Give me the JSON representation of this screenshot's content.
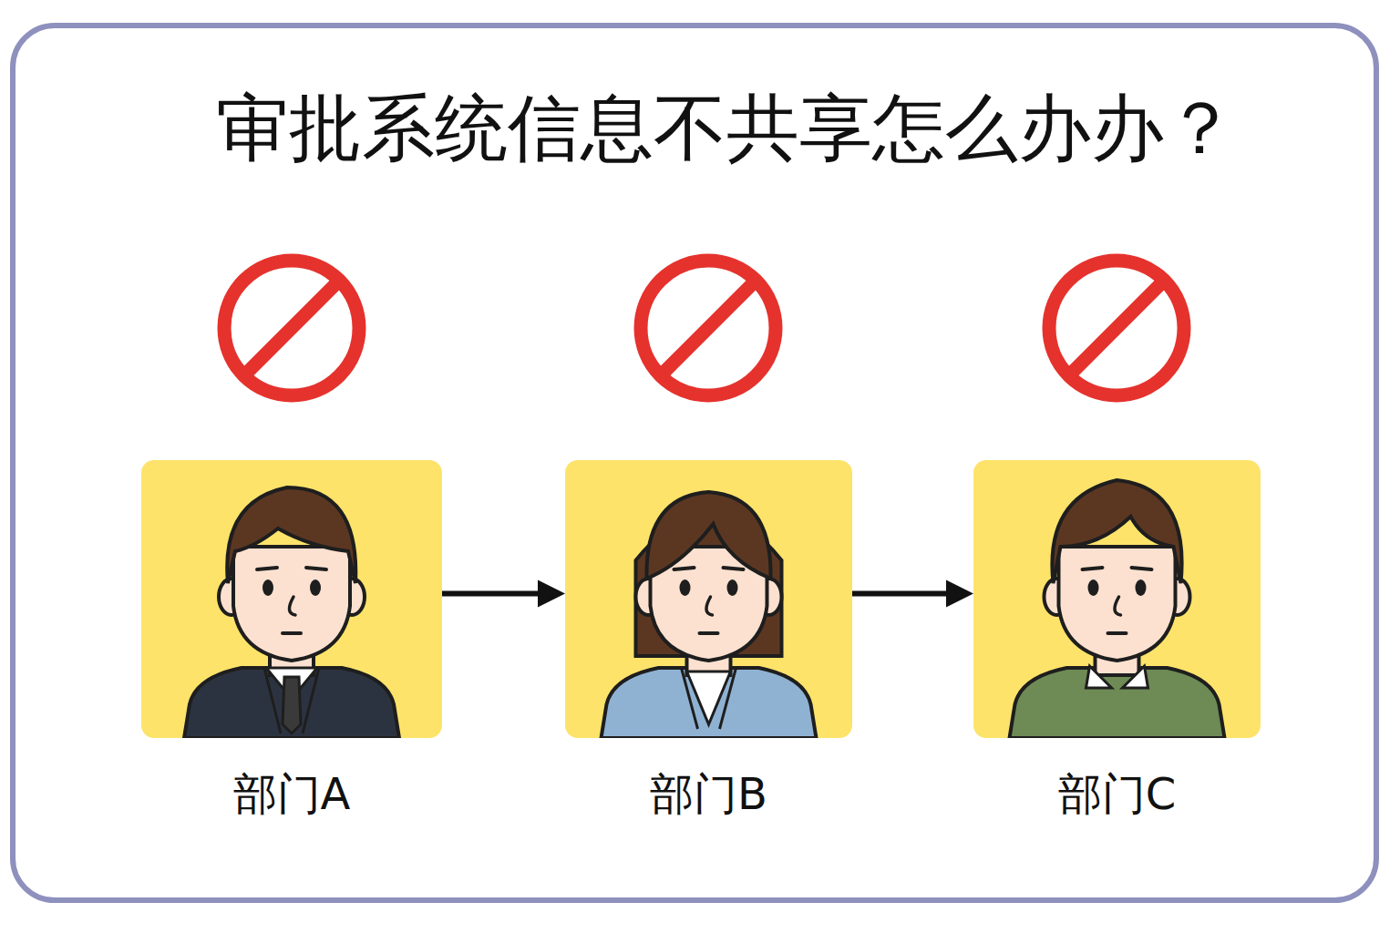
{
  "diagram": {
    "title": "审批系统信息不共享怎么办办？",
    "nodes": [
      {
        "text": [
          "部门A"
        ]
      },
      {
        "text": [
          "部门B"
        ]
      },
      {
        "text": [
          "部门C"
        ]
      }
    ],
    "edges": [
      {
        "from": 0,
        "to": 1,
        "arrow": "to"
      },
      {
        "from": 1,
        "to": 2,
        "arrow": "to"
      }
    ]
  }
}
